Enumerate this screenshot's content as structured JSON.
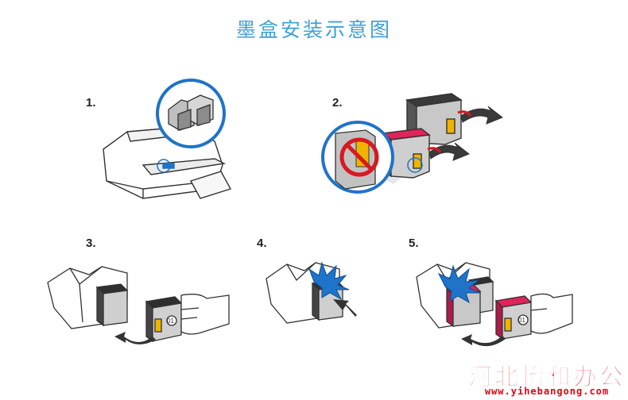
{
  "title": "墨盒安装示意图",
  "steps": [
    {
      "number": "1."
    },
    {
      "number": "2."
    },
    {
      "number": "3."
    },
    {
      "number": "4."
    },
    {
      "number": "5."
    }
  ],
  "cartridge_label": "01",
  "watermark": {
    "text": "河北怡和办公",
    "url": "www.yihebangong.com"
  },
  "colors": {
    "title": "#3fa0d6",
    "accent_blue": "#1f73c8",
    "prohibit_red": "#d71920",
    "cartridge_magenta": "#e0235a",
    "cartridge_yellow": "#f0b400",
    "watermark_red": "#e60012"
  }
}
